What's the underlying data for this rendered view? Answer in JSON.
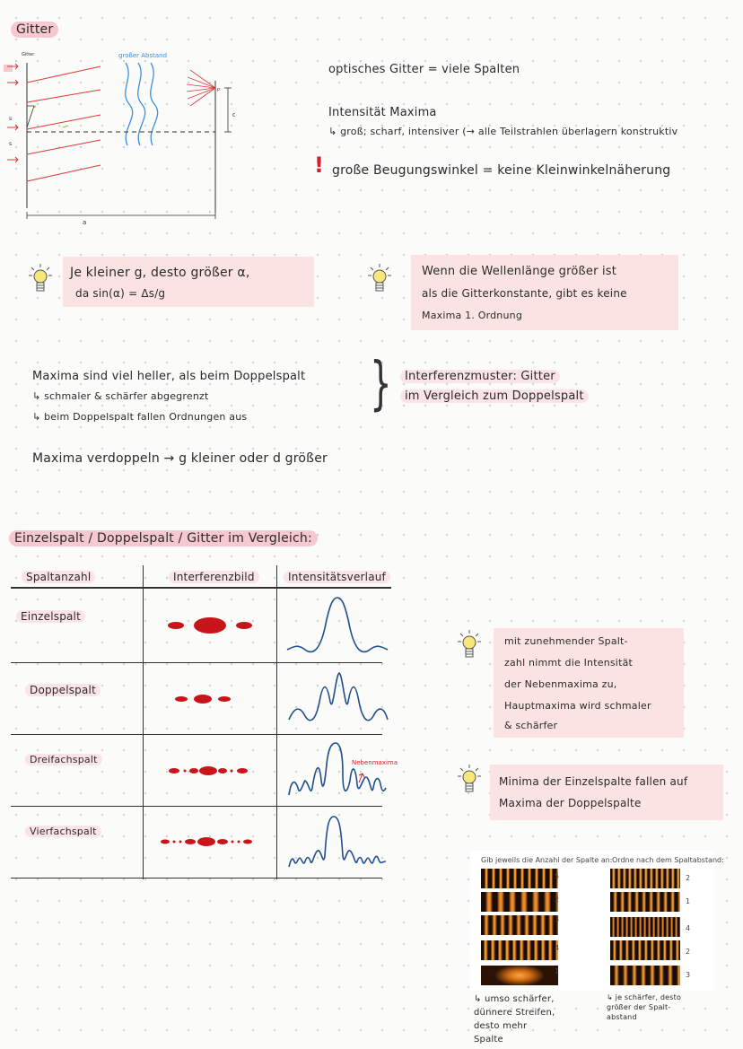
{
  "title": "Gitter",
  "diagram": {
    "wall_label": "Gitter",
    "wave_label": "großer Abstand",
    "label_s1": "s",
    "label_s2": "s",
    "label_p": "P",
    "label_d": "d",
    "label_a": "a"
  },
  "top_notes": {
    "line1": "optisches Gitter = viele Spalten",
    "line2": "Intensität Maxima",
    "line3": "↳ groß; scharf, intensiver (→ alle Teilstrahlen überlagern konstruktiv",
    "warn_mark": "!",
    "line4": "große Beugungswinkel = keine Kleinwinkelnäherung"
  },
  "tip1": {
    "line1": "Je kleiner g, desto größer α,",
    "line2": "da sin(α) = Δs/g"
  },
  "tip2": {
    "line1": "Wenn die Wellenlänge größer ist",
    "line2": "als die Gitterkonstante, gibt es keine",
    "line3": "Maxima 1. Ordnung"
  },
  "compare": {
    "line1": "Maxima sind viel heller, als beim Doppelspalt",
    "line2": "↳ schmaler & schärfer abgegrenzt",
    "line3": "↳ beim Doppelspalt fallen Ordnungen aus",
    "line4": "Maxima verdoppeln → g kleiner oder d größer",
    "brace": "}",
    "side1": "Interferenzmuster: Gitter",
    "side2": "im Vergleich zum Doppelspalt"
  },
  "section_title": "Einzelspalt / Doppelspalt / Gitter im Vergleich:",
  "table": {
    "headers": [
      "Spaltanzahl",
      "Interferenzbild",
      "Intensitätsverlauf"
    ],
    "rows": [
      "Einzelspalt",
      "Doppelspalt",
      "Dreifachspalt",
      "Vierfachspalt"
    ],
    "annotation": "Nebenmaxima"
  },
  "tip3": {
    "lines": [
      "mit zunehmender Spalt-",
      "zahl nimmt die Intensität",
      "der Nebenmaxima zu,",
      "Hauptmaxima wird schmaler",
      "& schärfer"
    ]
  },
  "tip4": {
    "line1": "Minima der Einzelspalte fallen auf",
    "line2": "Maxima der Doppelspalte"
  },
  "exercise": {
    "left_title": "Gib jeweils die Anzahl der Spalte an:",
    "left_numbers": [
      "5",
      "2",
      "3",
      "4",
      "1"
    ],
    "right_title": "Ordne nach dem Spaltabstand:",
    "right_numbers": [
      "2",
      "1",
      "4",
      "2",
      "3"
    ],
    "left_note": [
      "↳ umso schärfer,",
      "dünnere Streifen,",
      "desto mehr",
      "Spalte"
    ],
    "right_note": [
      "↳ je schärfer, desto",
      "größer der Spalt-",
      "abstand"
    ]
  },
  "colors": {
    "highlight": "#f6c8cf",
    "note_bg": "#fbe3e3",
    "wave_blue": "#3d8fd6",
    "ray_red": "#d93a3a",
    "pattern_red": "#c8141b",
    "curve_blue": "#1f4f8a"
  }
}
